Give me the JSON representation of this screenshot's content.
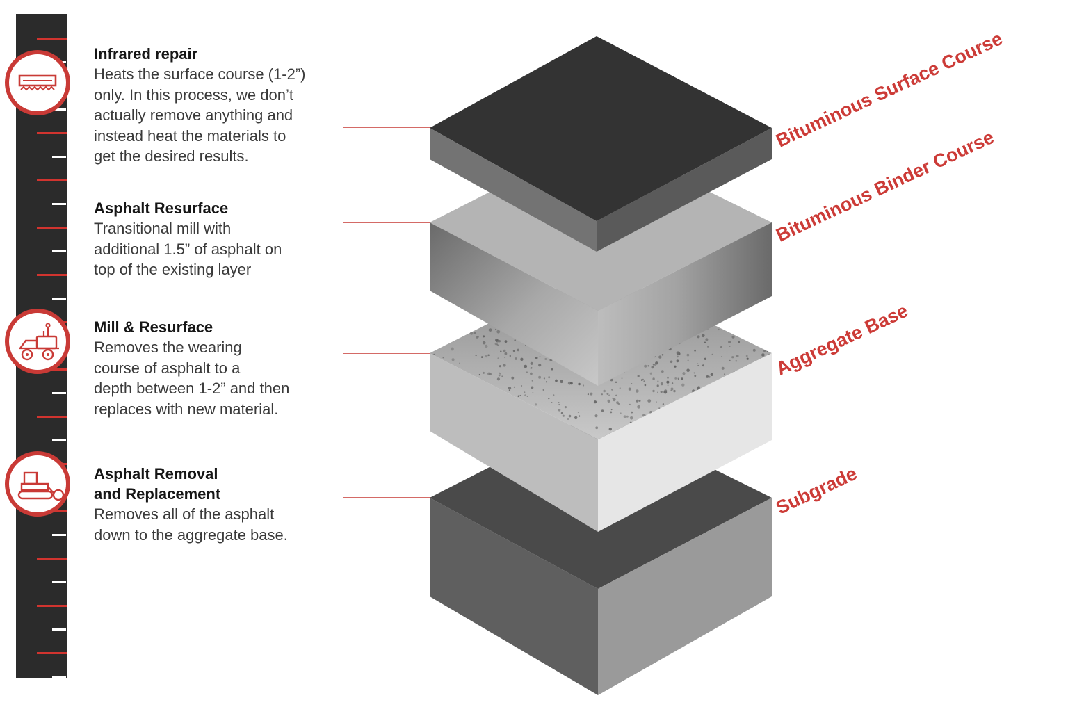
{
  "colors": {
    "accent": "#c93a36",
    "ruler": "#2b2b2b",
    "label": "#cc3b37"
  },
  "methods": [
    {
      "icon": "infrared-heater-icon",
      "title": "Infrared repair",
      "lines": [
        "Heats the surface course (1-2”)",
        "only.  In this process, we don’t",
        "actually remove anything and",
        "instead heat the materials to",
        "get the desired results."
      ]
    },
    {
      "title": "Asphalt Resurface",
      "lines": [
        "Transitional mill with",
        "additional 1.5” of asphalt on",
        "top of the existing layer"
      ]
    },
    {
      "icon": "milling-machine-icon",
      "title": "Mill & Resurface",
      "lines": [
        "Removes the wearing",
        "course of asphalt to a",
        "depth between 1-2” and then",
        "replaces with new material."
      ]
    },
    {
      "icon": "bulldozer-icon",
      "title_lines": [
        "Asphalt Removal",
        "and Replacement"
      ],
      "lines": [
        "Removes all of the asphalt",
        "down to the aggregate base."
      ]
    }
  ],
  "layers": [
    {
      "name": "Bituminous Surface Course"
    },
    {
      "name": "Bituminous Binder Course"
    },
    {
      "name": "Aggregate Base"
    },
    {
      "name": "Subgrade"
    }
  ]
}
